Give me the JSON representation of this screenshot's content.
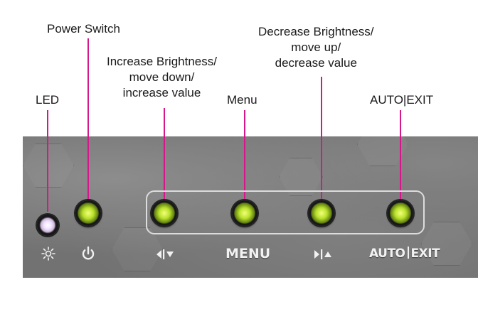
{
  "callouts": {
    "power_switch": "Power Switch",
    "increase_line1": "Increase Brightness/",
    "increase_line2": "move down/",
    "increase_line3": "increase value",
    "decrease_line1": "Decrease Brightness/",
    "decrease_line2": "move up/",
    "decrease_line3": "decrease value",
    "led": "LED",
    "menu": "Menu",
    "auto_exit": "AUTO|EXIT"
  },
  "panel_labels": {
    "menu": "MENU",
    "auto": "AUTO",
    "exit": "EXIT"
  },
  "icons": [
    "brightness-icon",
    "power-icon",
    "left-down-arrow-icon",
    "right-up-arrow-icon"
  ],
  "colors": {
    "leader": "#d6168b",
    "button_glow": "#b8e02c",
    "panel": "#727272"
  }
}
